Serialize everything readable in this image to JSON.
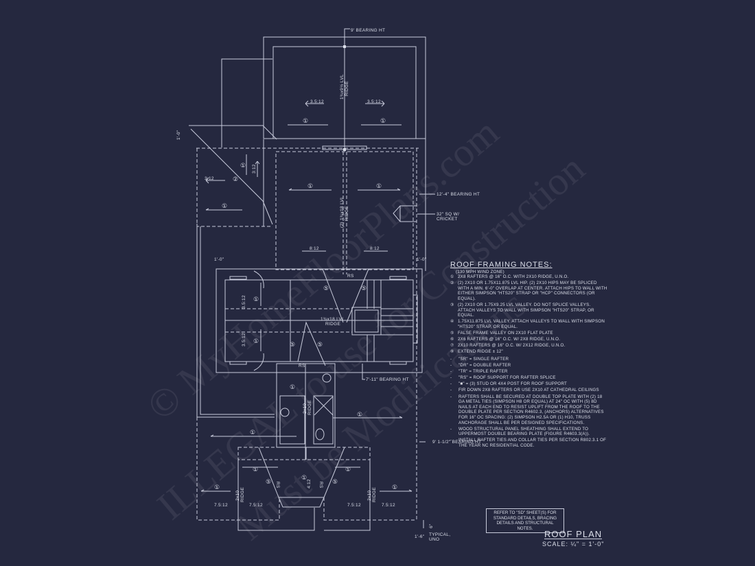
{
  "sheet": {
    "title": "ROOF PLAN",
    "scale": "SCALE: ¼\" = 1'-0\"",
    "refer_note": "REFER TO \"SD\" SHEET(S) FOR STANDARD DETAILS, BRACING DETAILS AND STRUCTURAL NOTES."
  },
  "notes": {
    "heading": "ROOF FRAMING NOTES:",
    "subheading": "(130 MPH WIND ZONE)",
    "numbered": [
      {
        "n": "①",
        "text": "2x8 RAFTERS @ 16\" O.C. WITH 2x10 RIDGE, U.N.O."
      },
      {
        "n": "②",
        "text": "(2) 2x10 OR 1.75x11.875 LVL HIP. (2) 2x10 HIPS MAY BE SPLICED WITH A MIN. 6'-0\" OVERLAP AT CENTER. ATTACH HIPS TO WALL WITH EITHER SIMPSON \"HTS20\" STRAP OR \"HCP\" CONNECTORS (OR EQUAL)."
      },
      {
        "n": "③",
        "text": "(2) 2x10 OR 1.75x9.25 LVL VALLEY. DO NOT SPLICE VALLEYS. ATTACH VALLEYS TO WALL WITH SIMPSON \"HTS20\" STRAP, OR EQUAL."
      },
      {
        "n": "④",
        "text": "1.75x11.875 LVL VALLEY. ATTACH VALLEYS TO WALL WITH SIMPSON \"HTS20\" STRAP, OR EQUAL."
      },
      {
        "n": "⑤",
        "text": "FALSE FRAME VALLEY ON 2x10 FLAT PLATE"
      },
      {
        "n": "⑥",
        "text": "2x6 RAFTERS @ 16\" O.C. W/ 2x8 RIDGE, U.N.O."
      },
      {
        "n": "⑦",
        "text": "2x10 RAFTERS @ 16\" O.C. W/ 2x12 RIDGE, U.N.O."
      },
      {
        "n": "⑧",
        "text": "EXTEND RIDGE ± 12\""
      }
    ],
    "bullets": [
      "\"SR\" = SINGLE RAFTER",
      "\"DR\" = DOUBLE RAFTER",
      "\"TR\" = TRIPLE RAFTER",
      "\"RS\" = ROOF SUPPORT FOR RAFTER SPLICE",
      "\"■\" = (3) STUD OR 4x4 POST FOR ROOF SUPPORT",
      "FIR DOWN 2x8 RAFTERS OR USE 2x10 AT CATHEDRAL CEILINGS",
      "RAFTERS SHALL BE SECURED AT DOUBLE TOP PLATE WITH (2) 18 GA METAL TIES (SIMPSON H8 OR EQUAL) AT 24\" OC WITH (5) 8d NAILS AT EACH END TO RESIST UPLIFT FROM THE ROOF TO THE DOUBLE PLATE PER SECTION R4602.3, (ANCHORS) ALTERNATIVES FOR 16\" OC SPACING: (2) SIMPSON H2.5A OR (1) H10, TRUSS ANCHORAGE SHALL BE PER DESIGNED SPECIFICATIONS.",
      "WOOD STRUCTURAL PANEL SHEATHING SHALL EXTEND TO UPPERMOST DOUBLE BEARING PLATE (FIGURE R4603.3(A)).",
      "INSTALL RAFTER TIES AND COLLAR TIES PER SECTION R802.3.1 OF THE YEAR NC RESIDENTIAL CODE."
    ]
  },
  "callouts": {
    "bearing_9": "9' BEARING HT",
    "bearing_12_4": "12'-4\" BEARING HT",
    "cricket_1": "32\" SQ W/",
    "cricket_2": "CRICKET",
    "bearing_7_11": "7'-11\" BEARING HT",
    "bearing_9_1": "9' 1-1/2\" BEARING HT",
    "typical_1": "TYPICAL,",
    "typical_2": "UNO",
    "dim_1_0": "1'-0\"",
    "dim_1_6": "1'-6\"",
    "dim_6": "6\""
  },
  "tags": {
    "one": "①",
    "two": "②",
    "five": "⑤",
    "rs": "RS"
  },
  "pitches": {
    "p3_5": "3.5:12",
    "p3": "3:12",
    "p8": "8:12",
    "p7_5": "7.5:12",
    "p4": "4:12"
  },
  "ridges": {
    "top_1": "1¾x9½ LVL",
    "top_2": "RIDGE",
    "mid_1": "(2) 1¾x18 LVL",
    "mid_2": "RIDGE",
    "center_1": "1¾x18 LVL",
    "center_2": "RIDGE",
    "r2x10_1": "2x10",
    "r2x10_2": "RIDGE"
  },
  "watermark": {
    "line1": "© MyHomeFloorPlans.com",
    "line2": "ILLEGAL to use for Construction",
    "line3": "Must be Modifications"
  },
  "colors": {
    "background": "#25283f",
    "linework": "#c9ccdc"
  }
}
